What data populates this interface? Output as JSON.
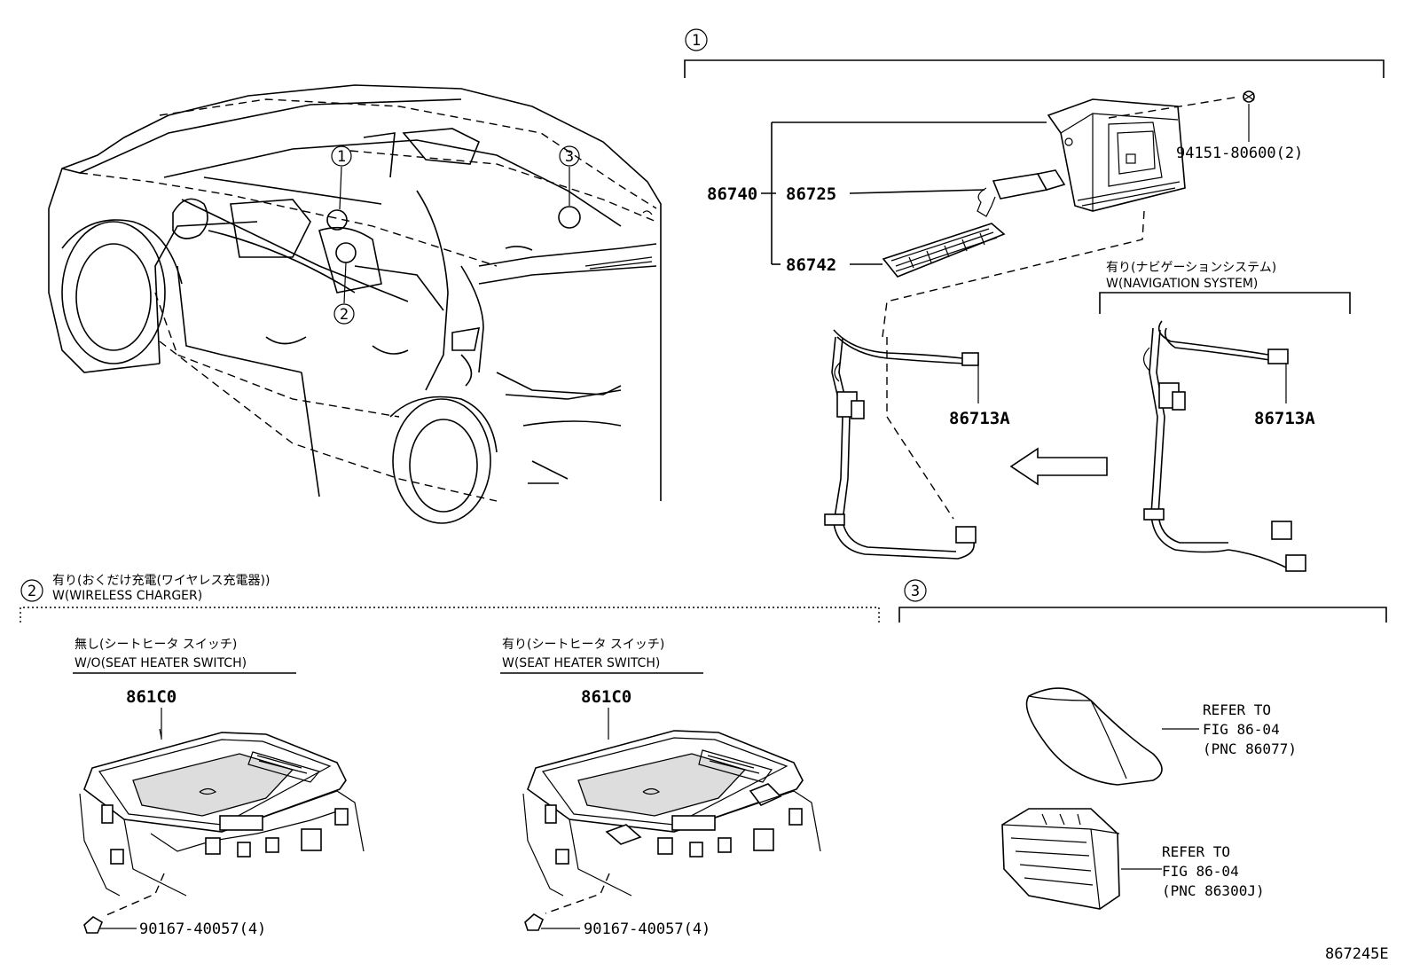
{
  "callouts": {
    "one": "1",
    "two": "2",
    "three": "3"
  },
  "section1": {
    "p86740": "86740",
    "p86725": "86725",
    "p86742": "86742",
    "p94151": "94151-80600(2)",
    "nav_jp": "有り(ナビゲーションシステム)",
    "nav_en": "W(NAVIGATION SYSTEM)",
    "p86713a_left": "86713A",
    "p86713a_right": "86713A"
  },
  "section2": {
    "title_jp": "有り(おくだけ充電(ワイヤレス充電器))",
    "title_en": "W(WIRELESS CHARGER)",
    "left_jp": "無し(シートヒータ スイッチ)",
    "left_en": "W/O(SEAT HEATER SWITCH)",
    "left_part": "861C0",
    "left_bolt": "90167-40057(4)",
    "right_jp": "有り(シートヒータ スイッチ)",
    "right_en": "W(SEAT HEATER SWITCH)",
    "right_part": "861C0",
    "right_bolt": "90167-40057(4)"
  },
  "section3": {
    "ref1_line1": "REFER TO",
    "ref1_line2": "FIG 86-04",
    "ref1_line3": "(PNC 86077)",
    "ref2_line1": "REFER TO",
    "ref2_line2": "FIG 86-04",
    "ref2_line3": "(PNC 86300J)"
  },
  "figure_id": "867245E"
}
